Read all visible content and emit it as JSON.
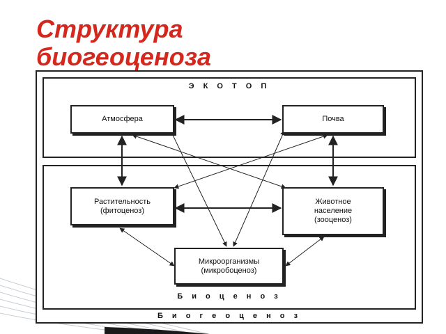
{
  "title": "Структура биогеоценоза",
  "sections": {
    "ecotop": "Э К О Т О П",
    "biocenosis": "Б и о ц е н о з",
    "biogeocenosis": "Б и о г е о ц е н о з"
  },
  "nodes": {
    "atmosphere": "Атмосфера",
    "soil": "Почва",
    "vegetation": "Растительность\n(фитоценоз)",
    "animals": "Животное\nнаселение\n(зооценоз)",
    "microorganisms": "Микроорганизмы\n(микробоценоз)"
  },
  "colors": {
    "title": "#d4281f",
    "lines": "#222222"
  }
}
